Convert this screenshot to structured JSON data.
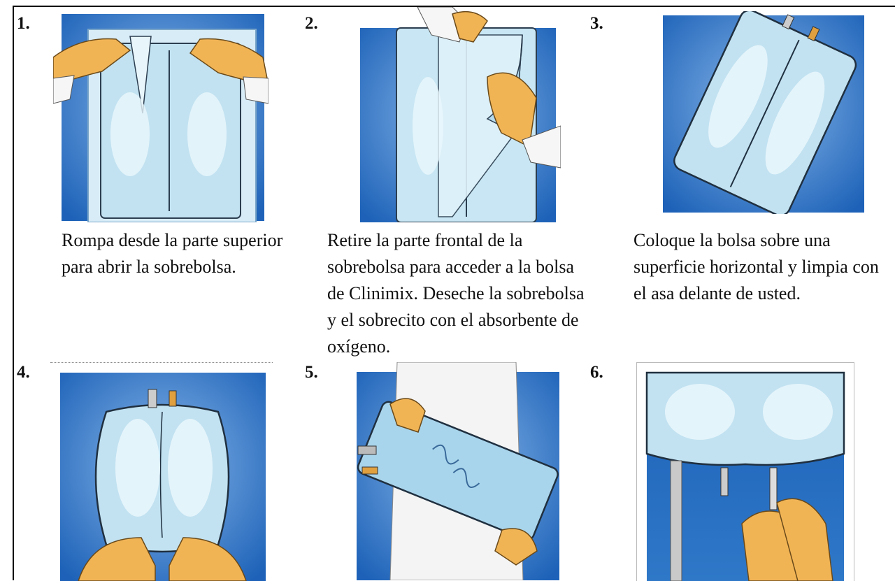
{
  "steps": [
    {
      "number": "1.",
      "caption": "Rompa desde la parte superior para abrir la sobrebolsa.",
      "illustration": "open-overpouch-illustration"
    },
    {
      "number": "2.",
      "caption": "Retire la parte frontal de la sobrebolsa para acceder a la bolsa de Clinimix. Deseche la sobrebolsa y el sobrecito con el absorbente de oxígeno.",
      "illustration": "remove-overpouch-illustration"
    },
    {
      "number": "3.",
      "caption": "Coloque la bolsa sobre una superficie horizontal y limpia con el asa delante de usted.",
      "illustration": "bag-flat-illustration"
    },
    {
      "number": "4.",
      "caption": "",
      "illustration": "roll-bag-illustration"
    },
    {
      "number": "5.",
      "caption": "",
      "illustration": "mix-bag-illustration"
    },
    {
      "number": "6.",
      "caption": "",
      "illustration": "hang-bag-illustration"
    }
  ],
  "colors": {
    "background_blue": "#1d62b8",
    "background_light": "#7fb0e6",
    "bag": "#bfe4f2",
    "glove": "#f1b455",
    "sleeve": "#f6f6f6",
    "outline": "#203040"
  }
}
